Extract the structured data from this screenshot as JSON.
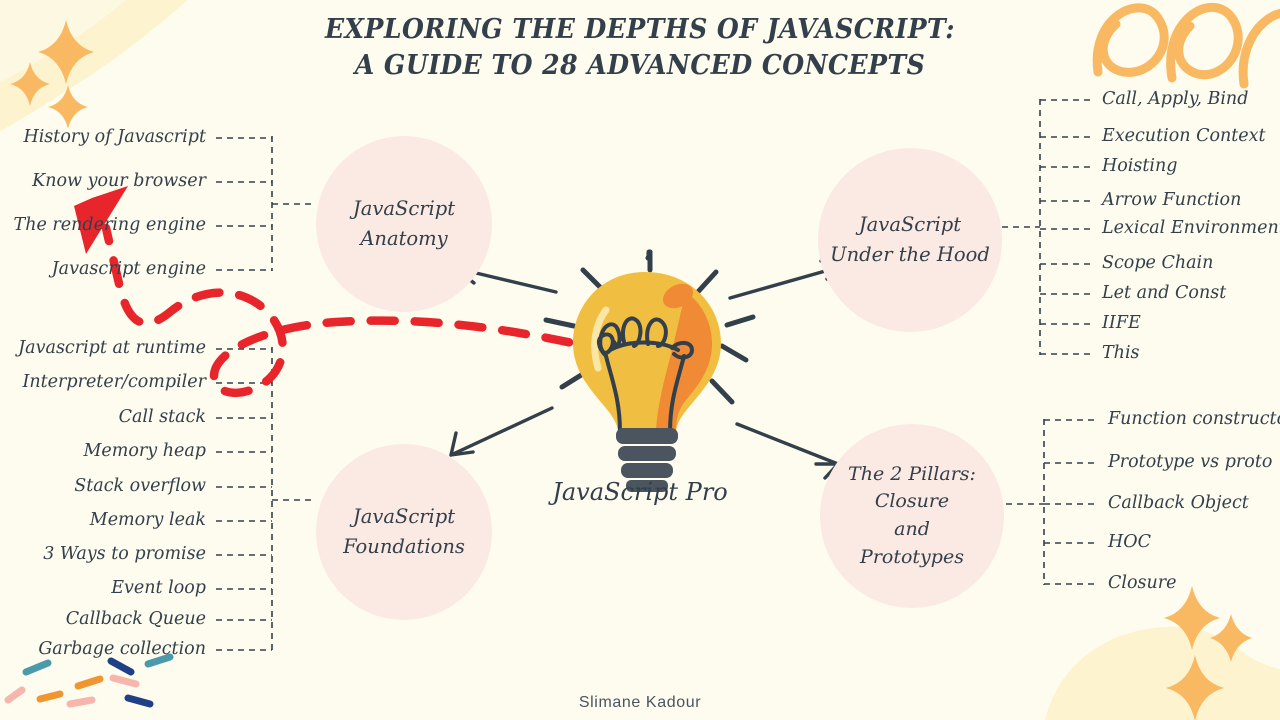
{
  "title": {
    "line1": "EXPLORING THE DEPTHS OF JAVASCRIPT:",
    "line2": "A GUIDE TO 28 ADVANCED CONCEPTS"
  },
  "center": {
    "label": "JavaScript Pro",
    "icon": "lightbulb-icon"
  },
  "footer": {
    "author": "Slimane Kadour"
  },
  "branches": [
    {
      "id": "anatomy",
      "title": "JavaScript\nAnatomy",
      "title_lines": [
        "JavaScript",
        "Anatomy"
      ],
      "side": "left",
      "items": [
        "History of Javascript",
        "Know your browser",
        "The rendering engine",
        "Javascript engine"
      ]
    },
    {
      "id": "foundations",
      "title": "JavaScript\nFoundations",
      "title_lines": [
        "JavaScript",
        "Foundations"
      ],
      "side": "left",
      "items": [
        "Javascript at runtime",
        "Interpreter/compiler",
        "Call stack",
        "Memory heap",
        "Stack overflow",
        "Memory leak",
        "3 Ways to promise",
        "Event loop",
        "Callback Queue",
        "Garbage collection"
      ]
    },
    {
      "id": "under-the-hood",
      "title": "JavaScript\nUnder the Hood",
      "title_lines": [
        "JavaScript",
        "Under the Hood"
      ],
      "side": "right",
      "items": [
        "Call, Apply, Bind",
        "Execution Context",
        "Hoisting",
        "Arrow Function",
        "Lexical Environment",
        "Scope Chain",
        "Let and Const",
        "IIFE",
        "This"
      ]
    },
    {
      "id": "two-pillars",
      "title": "The 2 Pillars:\nClosure\nand\nPrototypes",
      "title_lines": [
        "The 2 Pillars:",
        "Closure",
        "and",
        "Prototypes"
      ],
      "side": "right",
      "items": [
        "Function constructor",
        "Prototype vs proto",
        "Callback Object",
        "HOC",
        "Closure"
      ]
    }
  ],
  "colors": {
    "background": "#fdfcef",
    "ink": "#33404b",
    "circle_fill": "#fbe9e3",
    "bulb_yellow": "#f0bf42",
    "bulb_orange": "#f08a35",
    "bulb_base": "#4a5560",
    "accent_red": "#e8252b",
    "deco_pale_yellow": "#fdf3cf",
    "deco_orange": "#f9b963",
    "confetti_teal": "#4b9aab",
    "confetti_navy": "#1f3f86",
    "confetti_pink": "#f6b6ab",
    "confetti_orange": "#f0952f"
  }
}
